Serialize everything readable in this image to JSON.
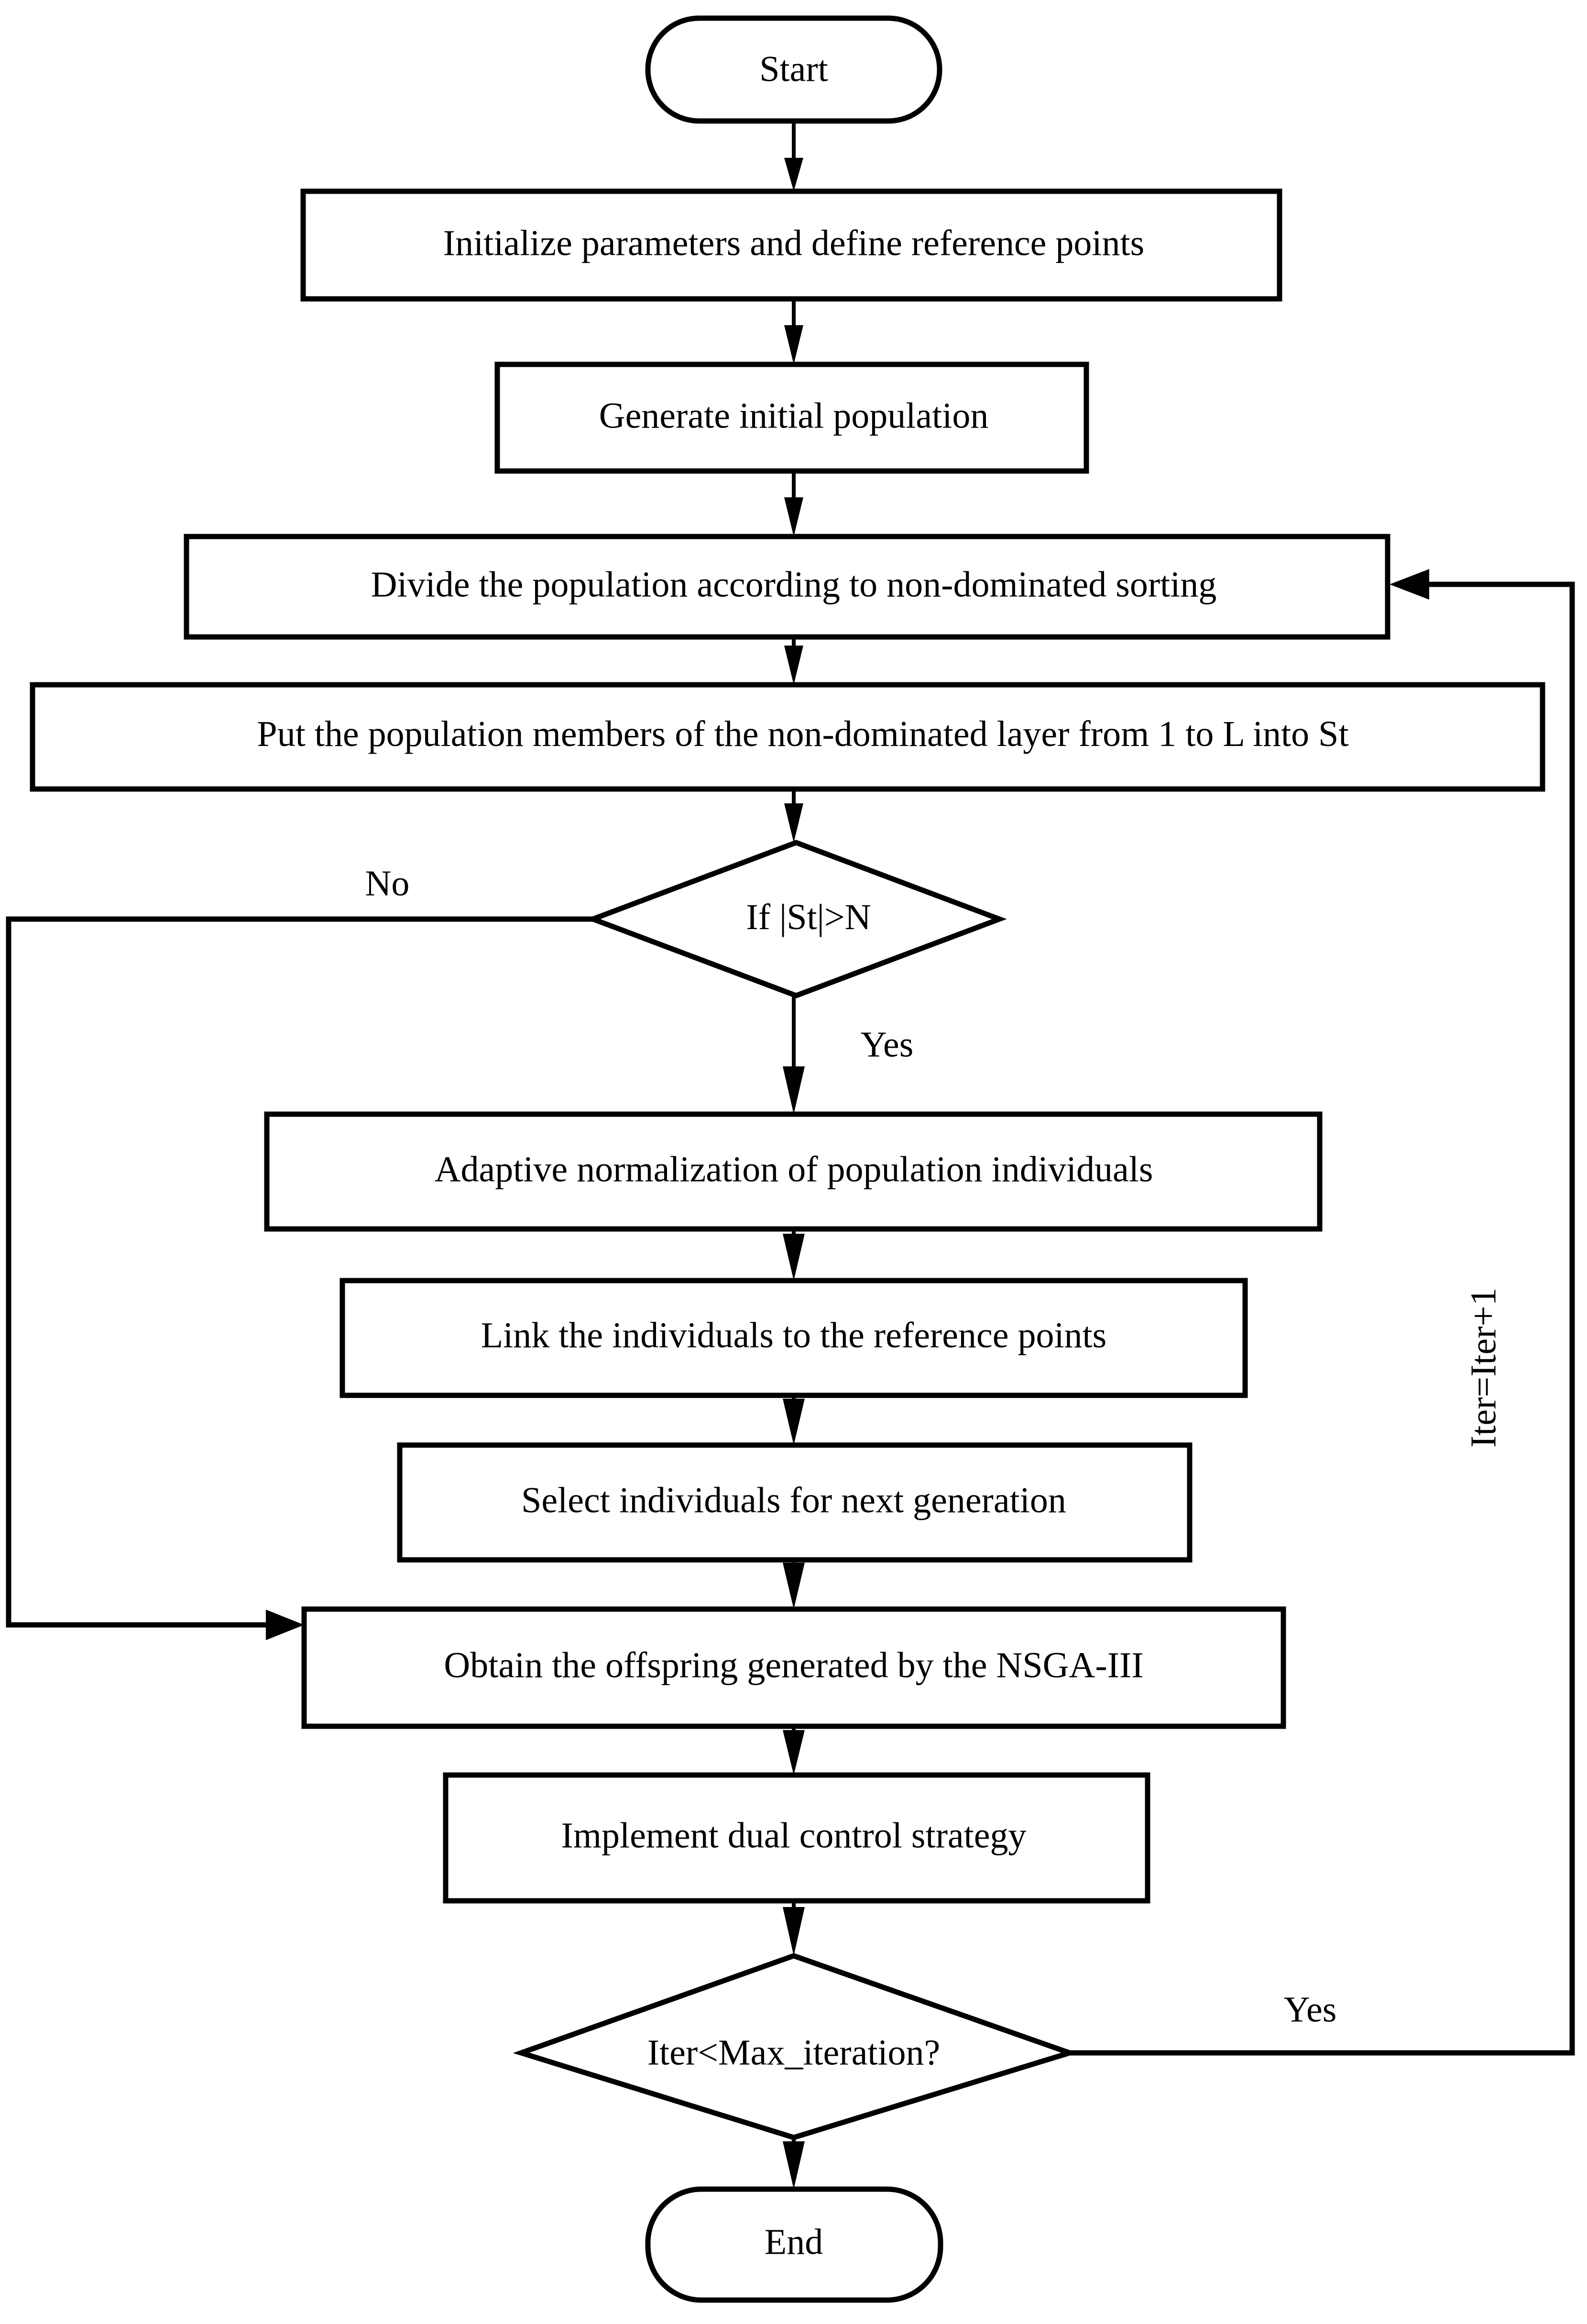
{
  "diagram": {
    "title": "NSGA-III algorithm flowchart",
    "background_color": "#ffffff",
    "line_color": "#000000",
    "text_color": "#000000"
  },
  "nodes": {
    "start": {
      "label": "Start",
      "shape": "terminator"
    },
    "init": {
      "label": "Initialize parameters and define reference points",
      "shape": "process"
    },
    "generate": {
      "label": "Generate initial population",
      "shape": "process"
    },
    "divide": {
      "label": "Divide the population according to non-dominated sorting",
      "shape": "process"
    },
    "put": {
      "shape": "process",
      "label": "Put the population members of the non-dominated layer from 1 to L into St",
      "part1": "Put the population members of the non-dominated layer from 1 to ",
      "part2": "L",
      "part3": " into ",
      "part4": "St"
    },
    "decision1": {
      "shape": "decision",
      "label": "If |St|>N",
      "part1": "If |",
      "part2": "St",
      "part3": "|>",
      "part4": "N"
    },
    "normalize": {
      "label": "Adaptive normalization of population individuals",
      "shape": "process"
    },
    "link": {
      "label": "Link the individuals to the reference points",
      "shape": "process"
    },
    "select": {
      "label": "Select individuals for next generation",
      "shape": "process"
    },
    "offspring": {
      "label": "Obtain the offspring generated by the NSGA-III",
      "shape": "process"
    },
    "dual": {
      "label": "Implement dual control strategy",
      "shape": "process"
    },
    "decision2": {
      "label": "Iter<Max_iteration?",
      "shape": "decision"
    },
    "end": {
      "label": "End",
      "shape": "terminator"
    }
  },
  "edge_labels": {
    "no_branch": "No",
    "yes_branch_1": "Yes",
    "yes_branch_2": "Yes",
    "iteration_counter": "Iter=Iter+1"
  }
}
